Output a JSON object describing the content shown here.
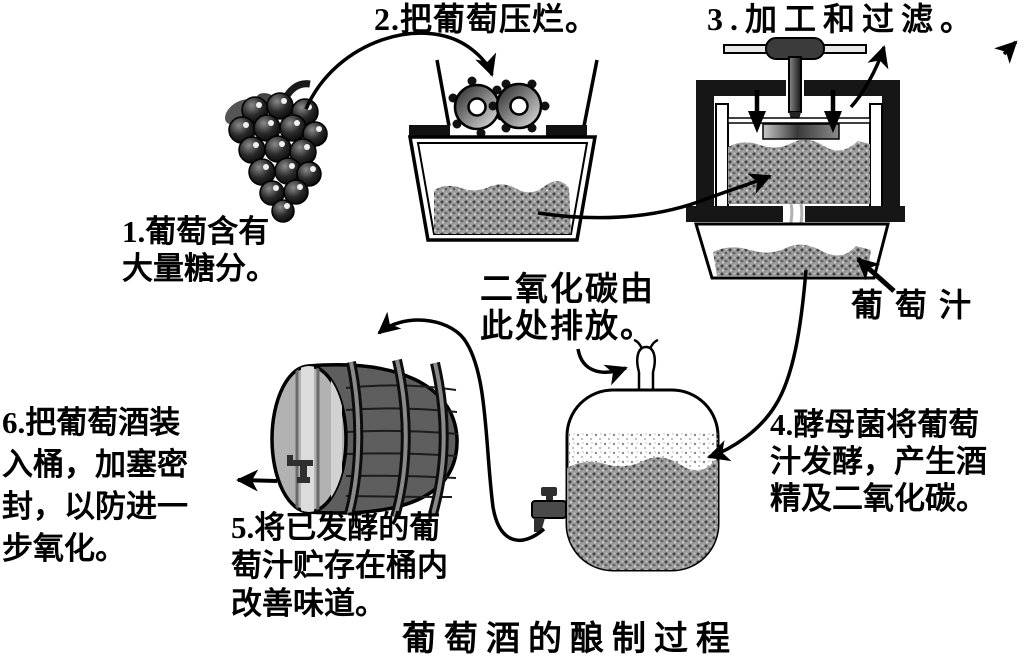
{
  "title": "葡萄酒的酿制过程",
  "steps": {
    "s1": "1.葡萄含有\n大量糖分。",
    "s2": "2.把葡萄压烂。",
    "s3": "3.加工和过滤。",
    "s4": "4.酵母菌将葡萄\n汁发酵，产生酒\n精及二氧化碳。",
    "s5": "5.将已发酵的葡\n萄汁贮存在桶内\n改善味道。",
    "s6": "6.把葡萄酒装\n入桶，加塞密\n封，以防进一\n步氧化。"
  },
  "annotations": {
    "co2": "二氧化碳由\n此处排放。",
    "grape_juice": "葡萄汁"
  },
  "illustrations": {
    "grapes": "grape-bunch",
    "crusher": "roller-crusher-and-tub",
    "press": "screw-press-with-basin",
    "fermenter": "fermentation-vessel-with-airlock-and-tap",
    "barrel": "wooden-barrel-with-tap"
  },
  "colors": {
    "ink": "#000000",
    "frame_black": "#161616",
    "mash_gray": "#9b9b9b",
    "barrel_body": "#5e5e5e",
    "barrel_face": "#b2b2b2",
    "background": "#ffffff"
  }
}
